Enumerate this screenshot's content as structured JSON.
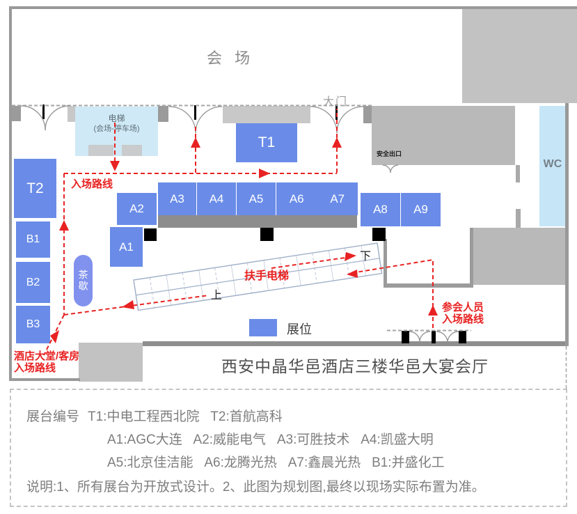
{
  "plan": {
    "venue_label": "会 场",
    "gate_label": "大门",
    "elevator": {
      "line1": "电梯",
      "line2": "(会场-停车场)"
    },
    "safety_exit_label": "安全出口",
    "wc_label": "WC",
    "tea_break_label": "茶歇",
    "escalator_label": "扶手电梯",
    "escalator_up": "上",
    "escalator_down": "下",
    "legend_booth_label": "展位",
    "routes": {
      "entry": "入场路线",
      "attendee_line1": "参会人员",
      "attendee_line2": "入场路线",
      "hotel_line1": "酒店大堂/客房",
      "hotel_line2": "入场路线"
    },
    "booths": {
      "t1": "T1",
      "t2": "T2",
      "a1": "A1",
      "a2": "A2",
      "a3": "A3",
      "a4": "A4",
      "a5": "A5",
      "a6": "A6",
      "a7": "A7",
      "a8": "A8",
      "a9": "A9",
      "b1": "B1",
      "b2": "B2",
      "b3": "B3"
    },
    "title": "西安中晶华邑酒店三楼华邑大宴会厅"
  },
  "legend": {
    "box_label": "展台编号",
    "row1": "T1:中电工程西北院   T2:首航高科",
    "row2": "A1:AGC大连   A2:威能电气   A3:可胜技术   A4:凯盛大明",
    "row3": "A5:北京佳洁能   A6:龙腾光热   A7:鑫晨光热   B1:并盛化工",
    "note": "说明:1、所有展台为开放式设计。2、此图为规划图,最终以现场实际布置为准。"
  },
  "colors": {
    "booth_blue": "#6a8ce8",
    "route_red": "#e82222",
    "light_blue": "#cfe9f6",
    "wall_gray": "#999999",
    "block_gray": "#b9b9b9"
  }
}
